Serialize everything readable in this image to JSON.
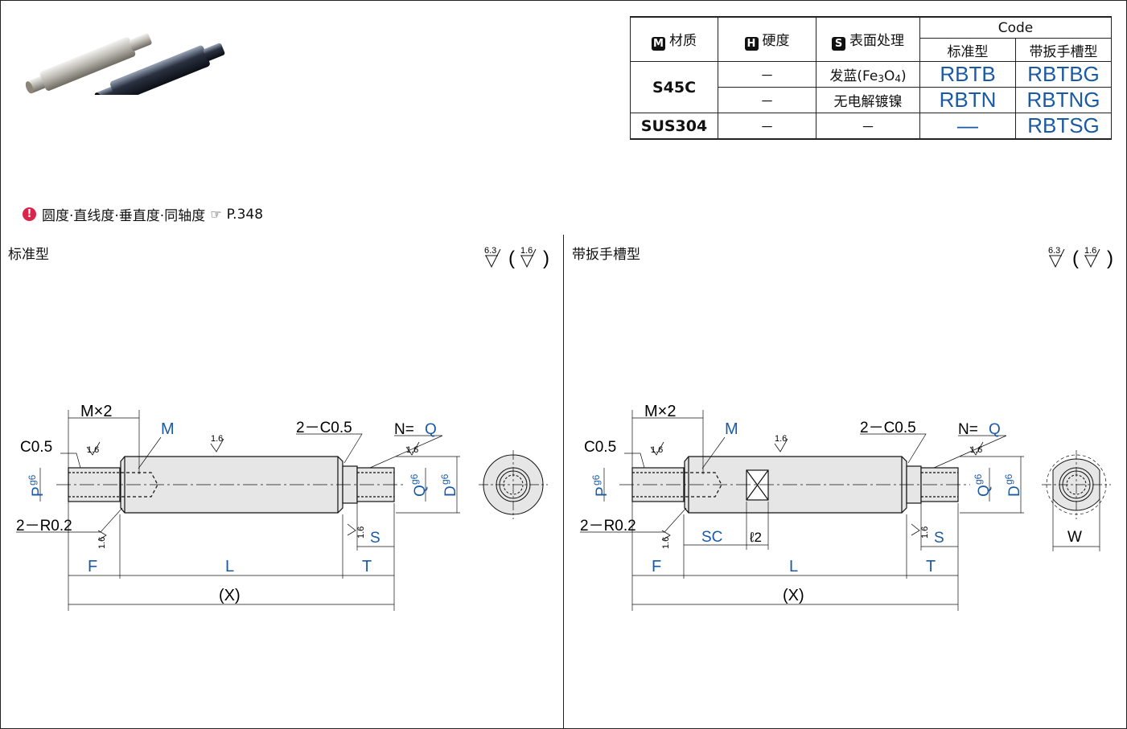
{
  "table": {
    "headers": {
      "material": {
        "icon": "M",
        "label": "材质"
      },
      "hardness": {
        "icon": "H",
        "label": "硬度"
      },
      "surface": {
        "icon": "S",
        "label": "表面处理"
      },
      "code": "Code",
      "standard": "标准型",
      "wrench": "带扳手槽型"
    },
    "rows": [
      {
        "material": "S45C",
        "hardness": "－",
        "surface_prefix": "发蓝(Fe",
        "surface_sub1": "3",
        "surface_mid": "O",
        "surface_sub2": "4",
        "surface_suffix": ")",
        "code_std": "RBTB",
        "code_wrench": "RBTBG"
      },
      {
        "hardness": "－",
        "surface": "无电解镀镍",
        "code_std": "RBTN",
        "code_wrench": "RBTNG"
      },
      {
        "material": "SUS304",
        "hardness": "－",
        "surface": "－",
        "code_std": "—",
        "code_wrench": "RBTSG"
      }
    ]
  },
  "note": {
    "text": "圆度·直线度·垂直度·同轴度",
    "ref": "P.348"
  },
  "panels": {
    "standard": {
      "title": "标准型"
    },
    "wrench": {
      "title": "带扳手槽型"
    }
  },
  "roughness": {
    "main": "6.3",
    "sub": "1.6"
  },
  "dims": {
    "mx2": "M×2",
    "m": "M",
    "c05": "C0.5",
    "c05x2": "2－C0.5",
    "nq": "N=",
    "q": "Q",
    "p": "P",
    "g6": "g6",
    "d": "D",
    "r02": "2－R0.2",
    "f": "F",
    "l": "L",
    "t": "T",
    "s": "S",
    "x": "(X)",
    "sc": "SC",
    "l2": "ℓ2",
    "w": "W",
    "r16": "1.6"
  },
  "colors": {
    "accent": "#1a5aa5",
    "note": "#d8254b"
  }
}
